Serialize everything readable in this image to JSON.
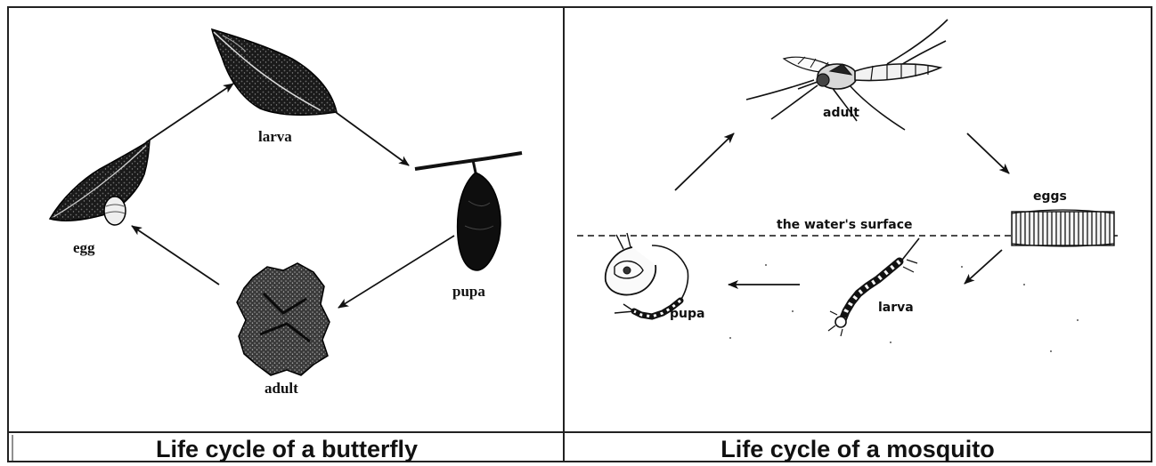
{
  "butterfly": {
    "caption": "Life cycle of a butterfly",
    "stages": {
      "egg": "egg",
      "larva": "larva",
      "pupa": "pupa",
      "adult": "adult"
    }
  },
  "mosquito": {
    "caption": "Life cycle of a mosquito",
    "stages": {
      "adult": "adult",
      "eggs": "eggs",
      "larva": "larva",
      "pupa": "pupa"
    },
    "water_label": "the water's surface"
  }
}
